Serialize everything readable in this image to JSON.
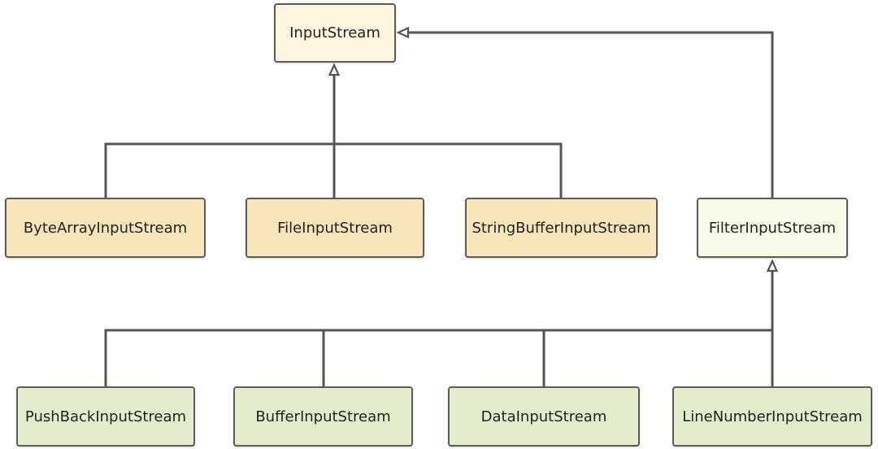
{
  "nodes": {
    "root": "InputStream",
    "byte_array": "ByteArrayInputStream",
    "file": "FileInputStream",
    "string_buffer": "StringBufferInputStream",
    "filter": "FilterInputStream",
    "push_back": "PushBackInputStream",
    "buffered": "BufferInputStream",
    "data": "DataInputStream",
    "line_number": "LineNumberInputStream"
  },
  "relationships": [
    {
      "child": "ByteArrayInputStream",
      "parent": "InputStream"
    },
    {
      "child": "FileInputStream",
      "parent": "InputStream"
    },
    {
      "child": "StringBufferInputStream",
      "parent": "InputStream"
    },
    {
      "child": "FilterInputStream",
      "parent": "InputStream"
    },
    {
      "child": "PushBackInputStream",
      "parent": "FilterInputStream"
    },
    {
      "child": "BufferInputStream",
      "parent": "FilterInputStream"
    },
    {
      "child": "DataInputStream",
      "parent": "FilterInputStream"
    },
    {
      "child": "LineNumberInputStream",
      "parent": "FilterInputStream"
    }
  ],
  "colors": {
    "root_fill": "#fdf5df",
    "concrete_fill": "#f6e6b9",
    "filter_fill": "#f6fae9",
    "decorator_fill": "#e3edcb",
    "stroke": "#555555"
  }
}
